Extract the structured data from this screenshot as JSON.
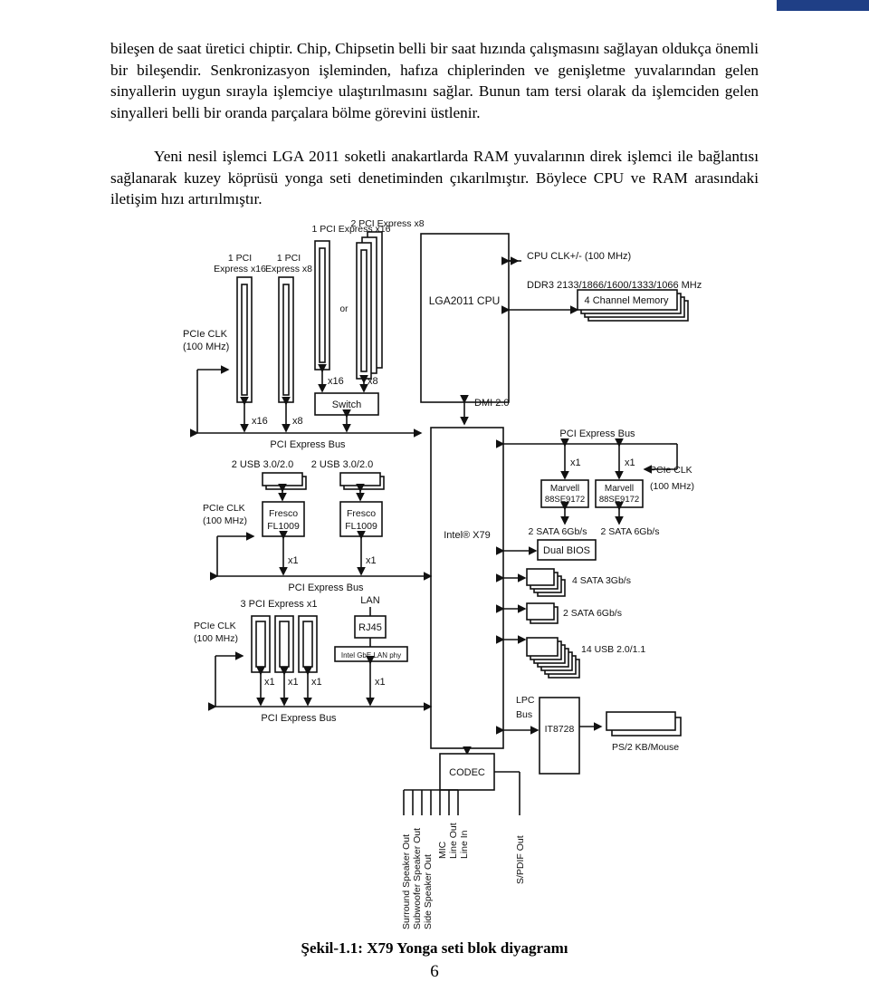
{
  "paragraphs": [
    "bileşen de saat üretici chiptir. Chip, Chipsetin belli bir saat hızında çalışmasını sağlayan oldukça önemli bir bileşendir. Senkronizasyon işleminden, hafıza chiplerinden ve genişletme yuvalarından gelen sinyallerin uygun sırayla işlemciye ulaştırılmasını sağlar. Bunun tam tersi olarak da işlemciden gelen sinyalleri belli bir oranda parçalara bölme görevini üstlenir.",
    "Yeni nesil işlemci LGA 2011 soketli anakartlarda RAM yuvalarının direk işlemci ile bağlantısı sağlanarak kuzey köprüsü yonga seti denetiminden çıkarılmıştır. Böylece CPU ve RAM arasındaki iletişim hızı artırılmıştır."
  ],
  "diagram": {
    "slot1": [
      "1 PCI",
      "Express x16"
    ],
    "slot2": [
      "1 PCI",
      "Express x8"
    ],
    "slot3": "1 PCI Express x16",
    "slot4": "2 PCI Express x8",
    "or_label": "or",
    "x16": "x16",
    "x8": "x8",
    "x1": "x1",
    "switch": "Switch",
    "cpu": "LGA2011 CPU",
    "cpu_clk": "CPU CLK+/- (100 MHz)",
    "ddr3": "DDR3 2133/1866/1600/1333/1066 MHz",
    "memory": "4 Channel Memory",
    "pcie_clk": [
      "PCIe CLK",
      "(100 MHz)"
    ],
    "dmi": "DMI 2.0",
    "pci_express_bus": "PCI Express Bus",
    "usb30": "2 USB 3.0/2.0",
    "fresco": [
      "Fresco",
      "FL1009"
    ],
    "marvell": [
      "Marvell",
      "88SE9172"
    ],
    "chipset": "Intel® X79",
    "sata6_marvell": "2 SATA 6Gb/s",
    "dual_bios": "Dual BIOS",
    "sata3": "4 SATA 3Gb/s",
    "sata6": "2 SATA 6Gb/s",
    "usb20": "14 USB 2.0/1.1",
    "pci_x1": "3 PCI Express x1",
    "lan": "LAN",
    "rj45": "RJ45",
    "lan_phy": "Intel GbE LAN phy",
    "lpc": [
      "LPC",
      "Bus"
    ],
    "it8728": "IT8728",
    "ps2": "PS/2 KB/Mouse",
    "codec": "CODEC",
    "audio": [
      "Surround Speaker Out",
      "Subwoofer Speaker Out",
      "Side Speaker Out",
      "MIC",
      "Line Out",
      "Line In"
    ],
    "spdif": "S/PDIF Out"
  },
  "caption": "Şekil-1.1: X79 Yonga seti blok diyagramı",
  "page_number": "6",
  "colors": {
    "accent_bar": "#1f3f86"
  }
}
